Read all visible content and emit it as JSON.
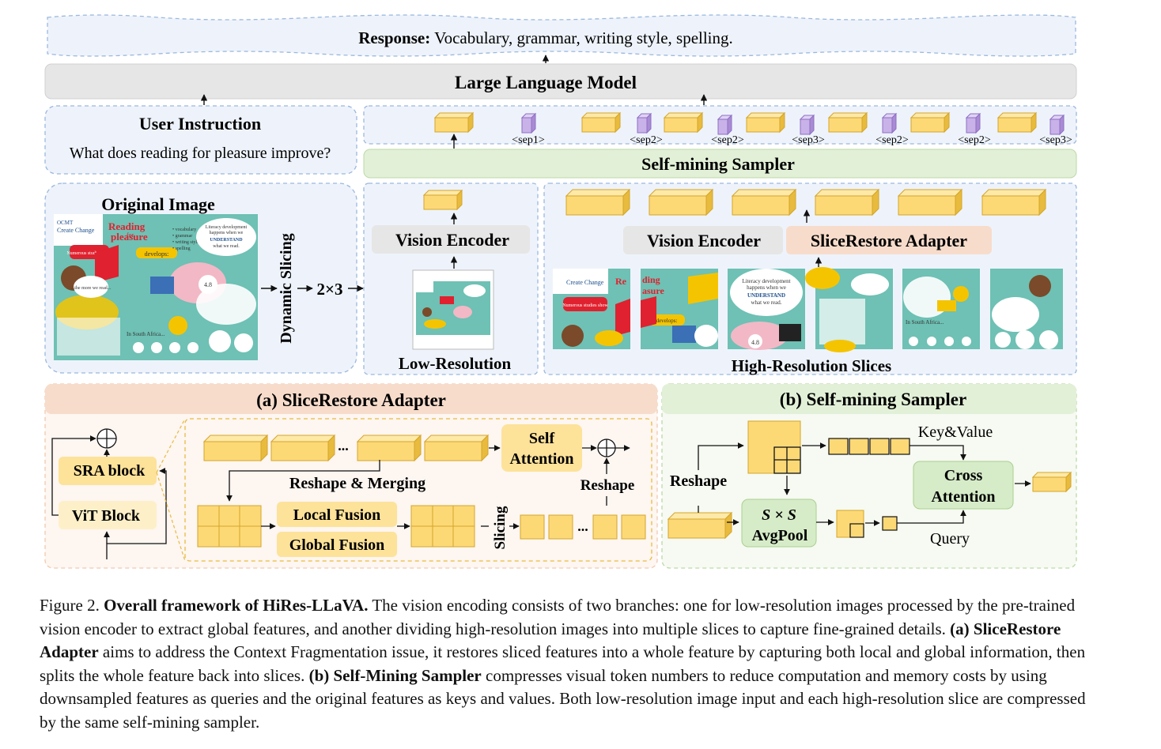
{
  "response": {
    "label": "Response:",
    "text": " Vocabulary, grammar, writing style, spelling."
  },
  "llm": {
    "label": "Large Language Model"
  },
  "user_instruction": {
    "title": "User Instruction",
    "question": "What does reading for pleasure improve?"
  },
  "sep_tokens": [
    "<sep1>",
    "<sep2>",
    "<sep2>",
    "<sep3>",
    "<sep2>",
    "<sep2>",
    "<sep3>"
  ],
  "self_mining_sampler": {
    "label": "Self-mining Sampler"
  },
  "original_image": {
    "title": "Original Image",
    "poster": {
      "heading_1": "Reading",
      "heading_2": "for",
      "heading_3": "pleasure",
      "badge": "Numerous studies show",
      "develops": "develops:",
      "list": [
        "• vocabulary",
        "• grammar",
        "• writing style",
        "• spelling"
      ],
      "literacy_1": "Literacy development",
      "literacy_2": "happens when we",
      "literacy_3": "UNDERSTAND",
      "literacy_4": "what we read.",
      "number": "4.8",
      "logo_top": "OCMT",
      "logo_name": "Create Change",
      "the_more": "...the more we read...",
      "in_south_africa": "In South Africa..."
    }
  },
  "dynamic_slicing": {
    "label": "Dynamic Slicing",
    "grid": "2×3"
  },
  "low_res": {
    "encoder": "Vision Encoder",
    "caption": "Low-Resolution"
  },
  "high_res": {
    "encoder": "Vision Encoder",
    "adapter": "SliceRestore Adapter",
    "caption": "High-Resolution Slices"
  },
  "panel_a": {
    "title": "(a) SliceRestore Adapter",
    "sra_block": "SRA block",
    "vit_block": "ViT Block",
    "self_attention_1": "Self",
    "self_attention_2": "Attention",
    "reshape_merging": "Reshape & Merging",
    "reshape": "Reshape",
    "local_fusion": "Local Fusion",
    "global_fusion": "Global Fusion",
    "slicing": "Slicing",
    "ellipsis": "..."
  },
  "panel_b": {
    "title": "(b) Self-mining Sampler",
    "reshape": "Reshape",
    "avgpool_1": "S × S",
    "avgpool_2": "AvgPool",
    "key_value": "Key&Value",
    "query": "Query",
    "cross_attention_1": "Cross",
    "cross_attention_2": "Attention"
  },
  "caption": {
    "figure_label": "Figure 2.",
    "title": "Overall framework of HiRes-LLaVA.",
    "part1": "The vision encoding consists of two branches: one for low-resolution images processed by the pre-trained vision encoder to extract global features, and another dividing high-resolution images into multiple slices to capture fine-grained details.",
    "a_label": "(a) SliceRestore Adapter",
    "part2": "aims to address the Context Fragmentation issue, it restores sliced features into a whole feature by capturing both local and global information, then splits the whole feature back into slices.",
    "b_label": "(b) Self-Mining Sampler",
    "part3": "compresses visual token numbers to reduce computation and memory costs by using downsampled features as queries and the original features as keys and values. Both low-resolution image input and each high-resolution slice are compressed by the same self-mining sampler."
  },
  "colors": {
    "token_fill": "#fdd976",
    "token_top": "#fee9a8",
    "token_side": "#e8bb3e",
    "token_stroke": "#d4a52a",
    "sep_fill": "#c9b2e8",
    "sep_top": "#e0d2f4",
    "sep_side": "#a98bd4",
    "panel_blue": "#eef3fb",
    "panel_blue_stroke": "#9bb8de",
    "panel_green": "#e2f0d8",
    "panel_green_body": "#f6faf2",
    "panel_peach": "#f7dccb",
    "panel_peach_body": "#fdf6f1",
    "gray_box": "#e6e6e6",
    "poster_teal": "#6ec1b4"
  }
}
